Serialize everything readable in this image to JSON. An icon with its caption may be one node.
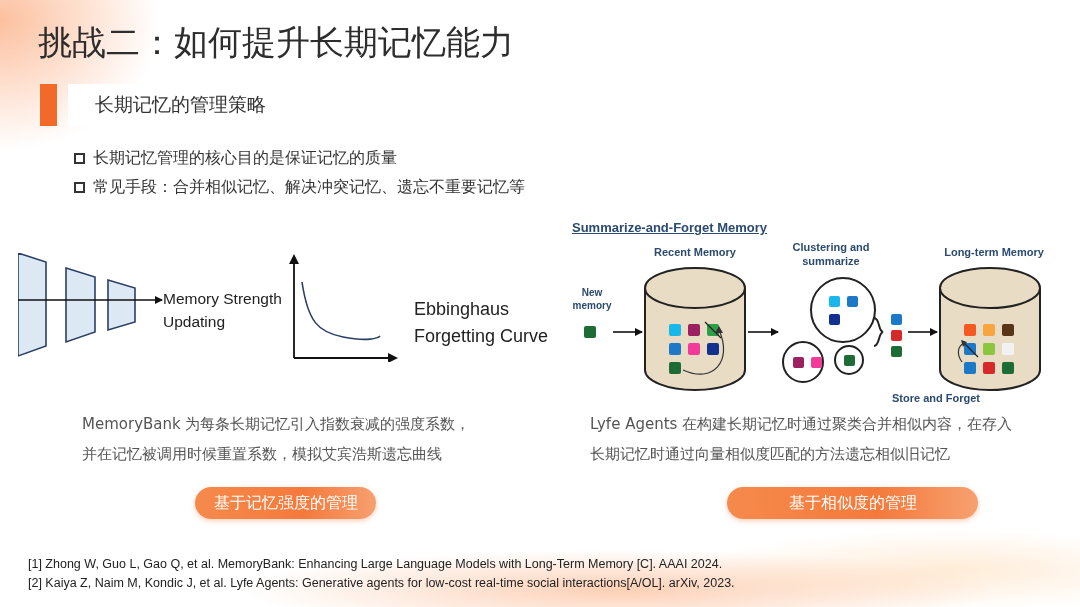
{
  "diagram": {
    "title": "挑战二：如何提升长期记忆能力",
    "nodes": [
      {
        "text": [
          "长期记忆的管理策略"
        ]
      },
      {
        "text": [],
        "shape": "picture"
      },
      {
        "text": [
          "Memory Strength Updating"
        ]
      },
      {
        "text": [
          "New memory"
        ]
      },
      {
        "text": [
          "Recent Memory"
        ]
      },
      {
        "text": [
          "Clustering and summarize"
        ]
      },
      {
        "text": [
          "Long-term Memory"
        ],
        "beside": [
          "Store and Forget"
        ]
      },
      {
        "text": [
          "基于记忆强度的管理"
        ]
      },
      {
        "text": [
          "基于相似度的管理"
        ]
      }
    ],
    "edges": [
      {
        "from": 1,
        "to": 2,
        "arrow": "to"
      },
      {
        "from": 3,
        "to": 4,
        "arrow": "to"
      },
      {
        "from": 4,
        "to": 5,
        "arrow": "to"
      },
      {
        "from": 5,
        "to": 6,
        "arrow": "to"
      }
    ],
    "labels": [
      "长期记忆管理的核心目的是保证记忆的质量",
      "常见手段：合并相似记忆、解决冲突记忆、遗忘不重要记忆等",
      "Ebbinghaus Forgetting Curve",
      "Summarize-and-Forget Memory",
      "MemoryBank 为每条长期记忆引入指数衰减的强度系数，并在记忆被调用时候重置系数，模拟艾宾浩斯遗忘曲线",
      "Lyfe Agents 在构建长期记忆时通过聚类合并相似内容，在存入长期记忆时通过向量相似度匹配的方法遗忘相似旧记忆",
      "[1] Zhong W, Guo L, Gao Q, et al. MemoryBank: Enhancing Large Language Models with Long-Term Memory [C]. AAAI 2024.",
      "[2] Kaiya Z, Naim M, Kondic J, et al. Lyfe Agents: Generative agents for low-cost real-time social interactions[A/OL]. arXiv, 2023."
    ]
  }
}
